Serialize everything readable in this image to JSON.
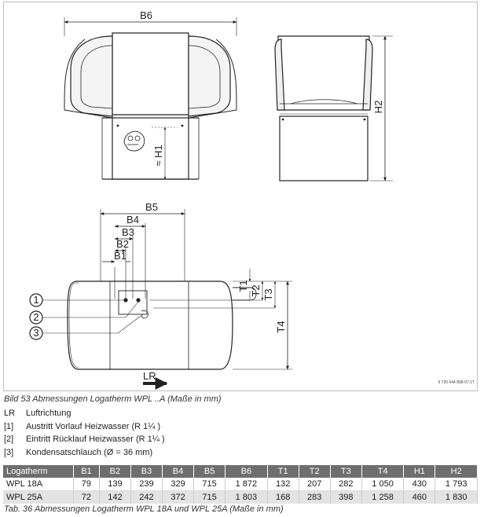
{
  "figure": {
    "dimension_labels": {
      "B6": "B6",
      "H1": "≈ H1",
      "H2": "H2",
      "B5": "B5",
      "B4": "B4",
      "B3": "B3",
      "B1": "B1",
      "T1": "T1",
      "T2": "T2",
      "T3": "T3",
      "T4": "T4"
    },
    "callouts": [
      "1",
      "2",
      "3"
    ],
    "airflow_label": "LR",
    "drawing_number": "6 720 644 808-07.1T"
  },
  "figure_caption": "Bild 53   Abmessungen Logatherm WPL ..A (Maße in mm)",
  "legend": [
    {
      "key": "LR",
      "text": "Luftrichtung"
    },
    {
      "key": "[1]",
      "text": "Austritt Vorlauf Heizwasser (R 1¼ )"
    },
    {
      "key": "[2]",
      "text": "Eintritt Rücklauf Heizwasser (R 1¼ )"
    },
    {
      "key": "[3]",
      "text": "Kondensatschlauch (Ø = 36 mm)"
    }
  ],
  "table": {
    "headers": [
      "Logatherm",
      "B1",
      "B2",
      "B3",
      "B4",
      "B5",
      "B6",
      "T1",
      "T2",
      "T3",
      "T4",
      "H1",
      "H2"
    ],
    "rows": [
      [
        "WPL 18A",
        "79",
        "139",
        "239",
        "329",
        "715",
        "1 872",
        "132",
        "207",
        "282",
        "1 050",
        "430",
        "1 793"
      ],
      [
        "WPL 25A",
        "72",
        "142",
        "242",
        "372",
        "715",
        "1 803",
        "168",
        "283",
        "398",
        "1 258",
        "460",
        "1 830"
      ]
    ]
  },
  "table_caption": "Tab. 36  Abmessungen Logatherm WPL 18A und WPL 25A (Maße in mm)"
}
